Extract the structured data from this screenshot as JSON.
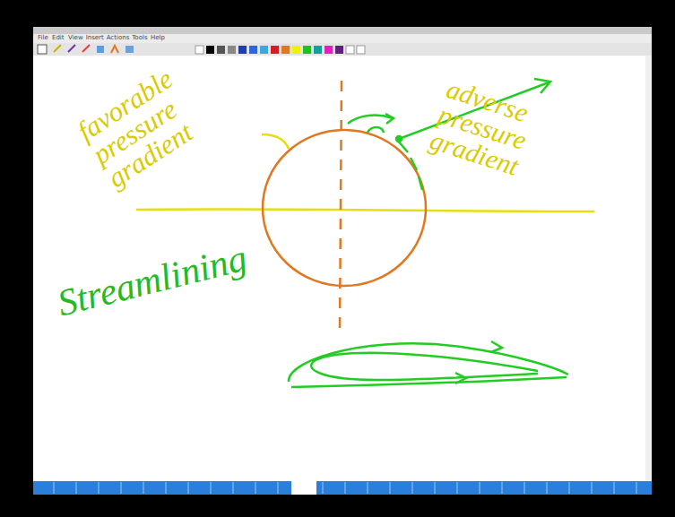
{
  "diagram": {
    "labels": [
      "favorable pressure gradient",
      "adverse pressure gradient",
      "Streamlining",
      "File",
      "Edit",
      "View",
      "Insert",
      "Actions",
      "Tools",
      "Help"
    ]
  }
}
